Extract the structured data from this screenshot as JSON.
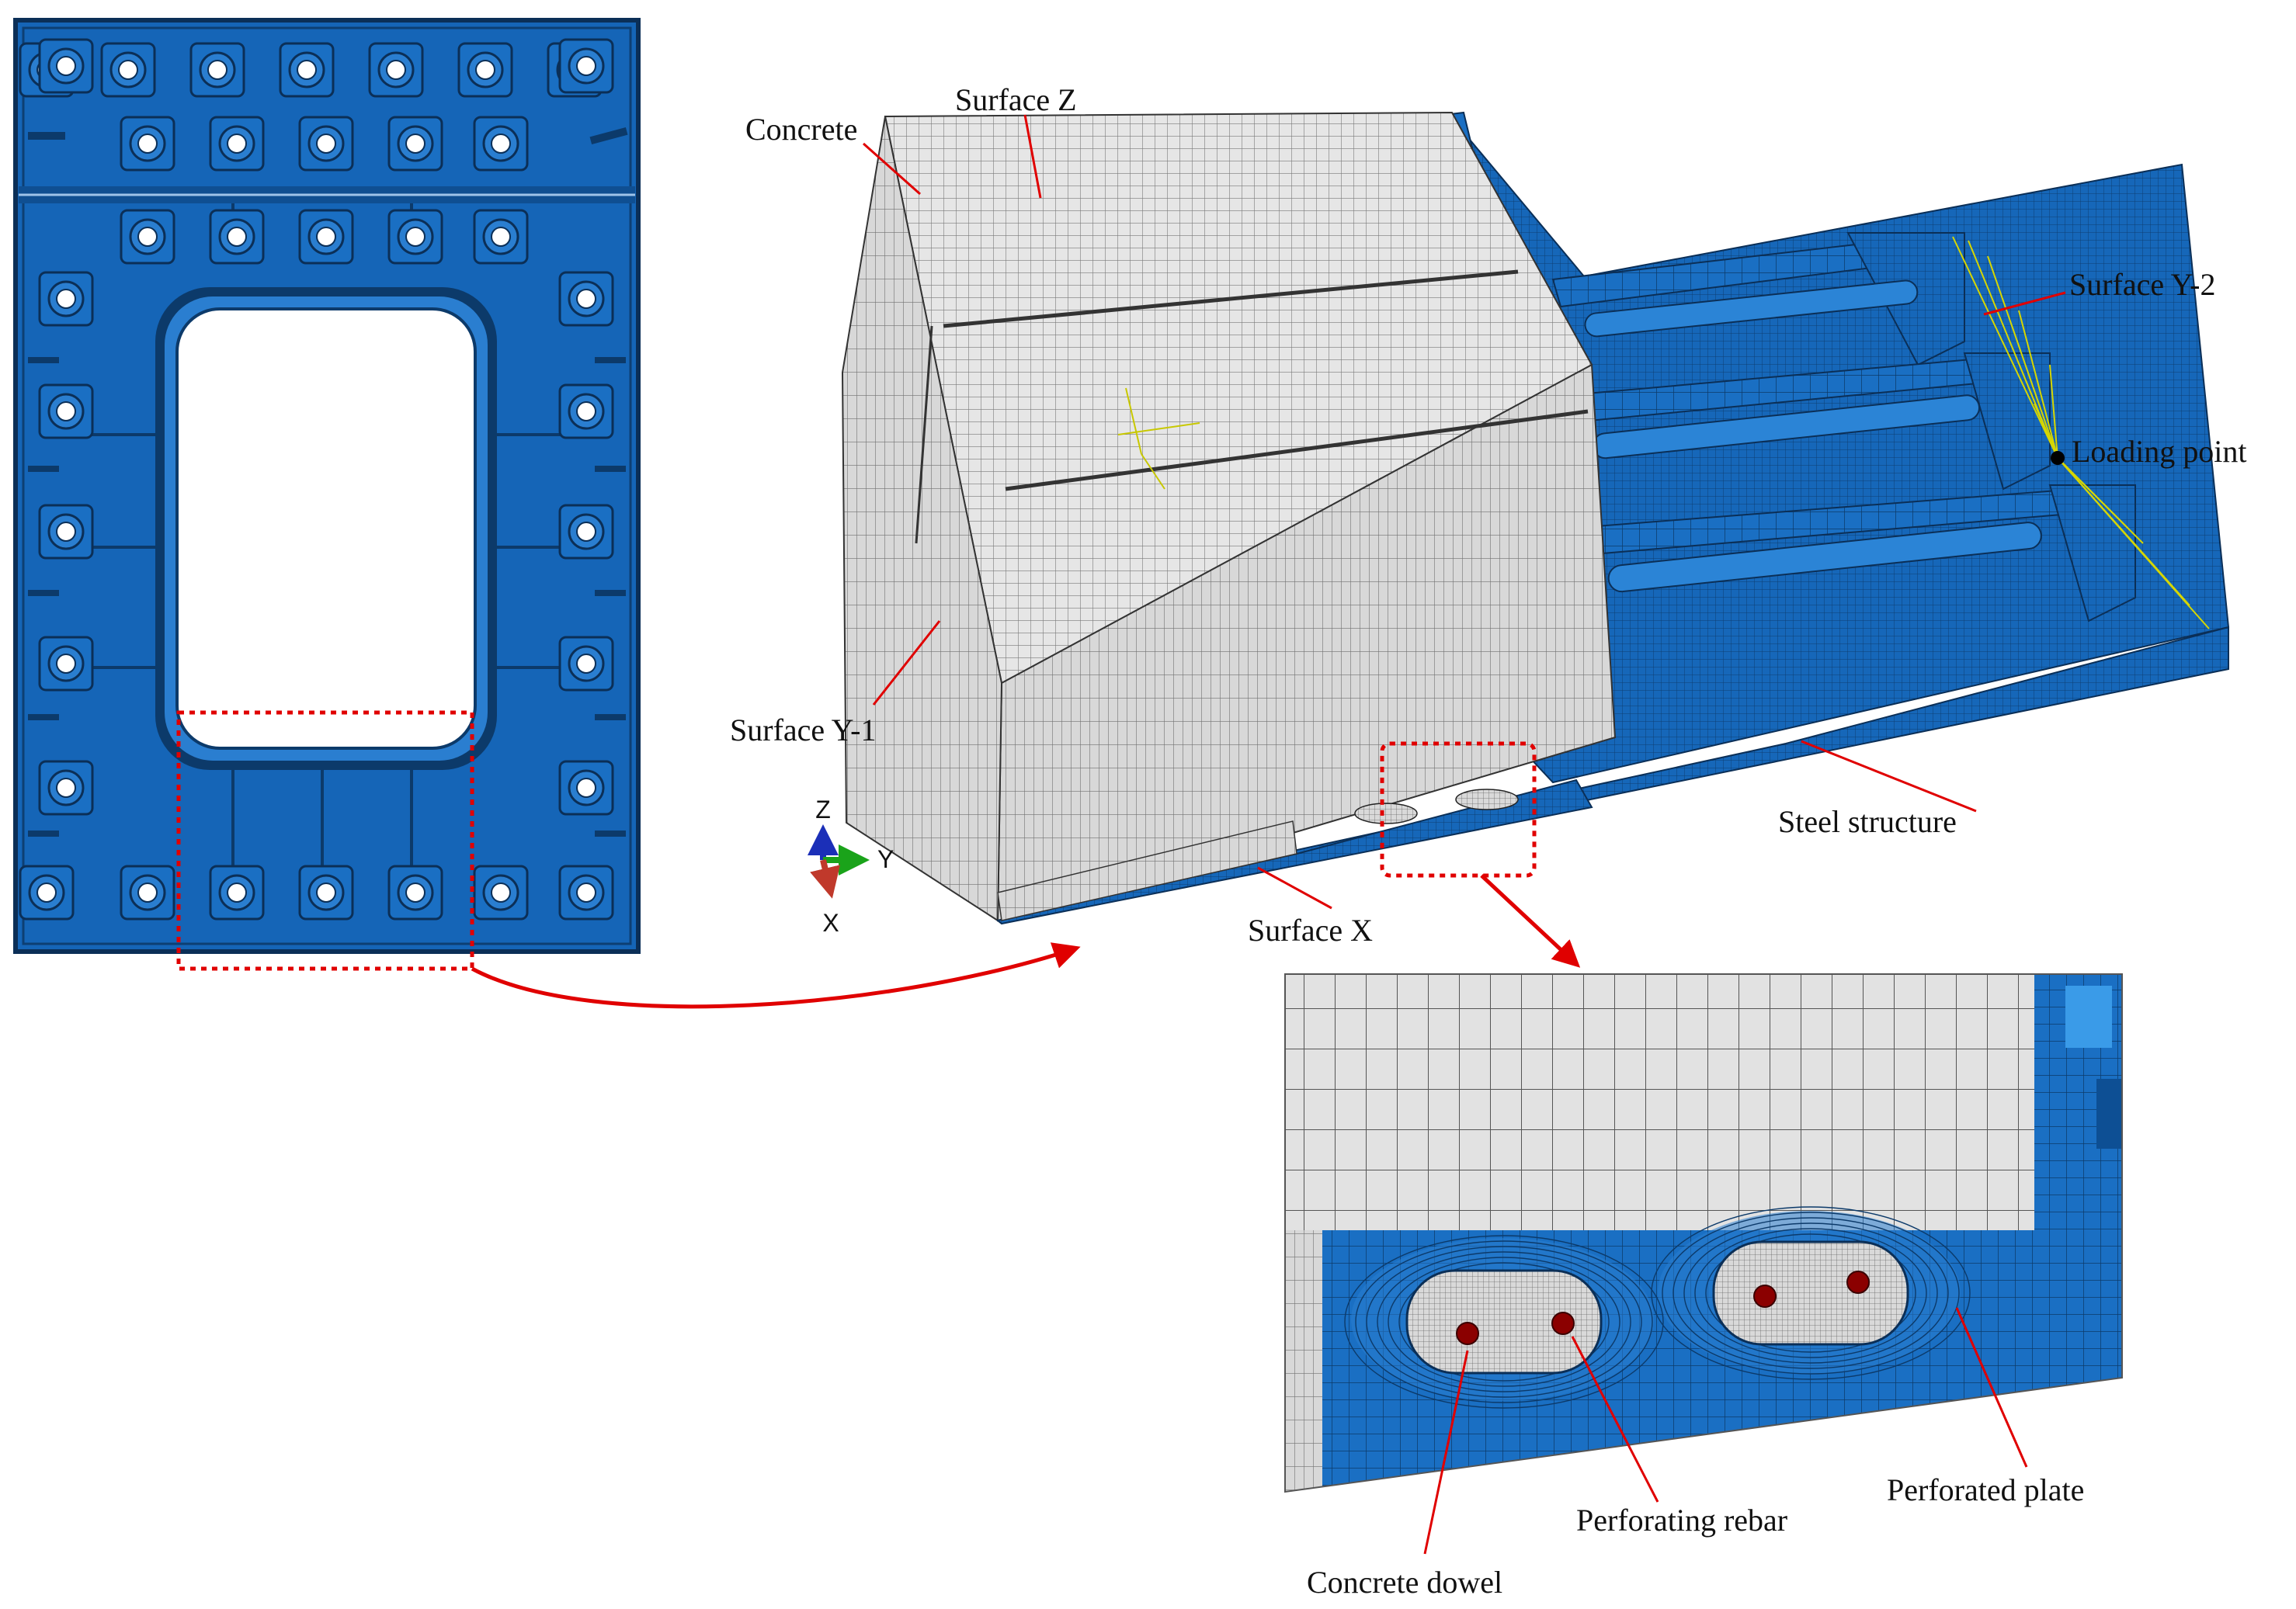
{
  "colors": {
    "steel": "#1565b7",
    "steel_dark": "#0d3f73",
    "concrete": "#e4e4e4",
    "mesh_line": "#777777",
    "callout": "#e00000",
    "rebar": "#8b0000"
  },
  "labels": {
    "concrete": "Concrete",
    "surface_z": "Surface Z",
    "surface_y1": "Surface Y-1",
    "surface_y2": "Surface Y-2",
    "loading_point": "Loading point",
    "steel_structure": "Steel structure",
    "surface_x": "Surface X",
    "concrete_dowel": "Concrete dowel",
    "perforating_rebar": "Perforating rebar",
    "perforated_plate": "Perforated plate"
  },
  "triad": {
    "z": "Z",
    "y": "Y",
    "x": "X"
  }
}
